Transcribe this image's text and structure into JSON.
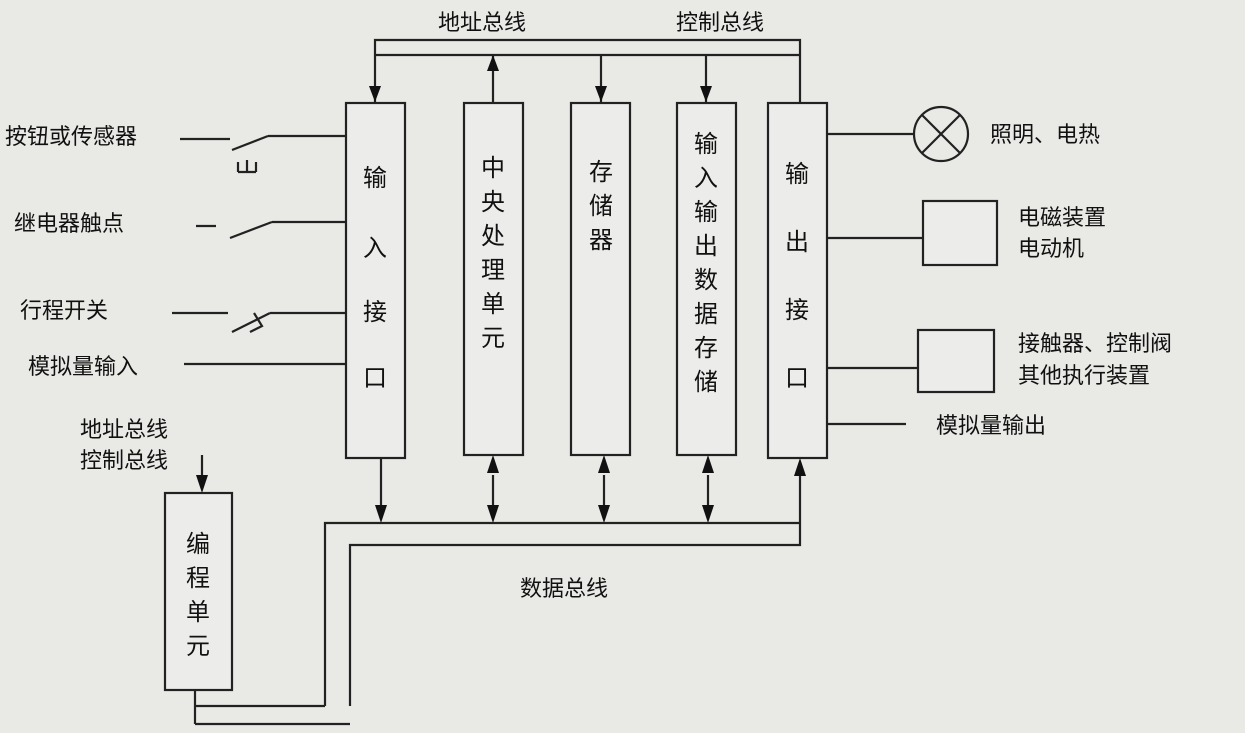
{
  "labels": {
    "address_bus_top": "地址总线",
    "control_bus_top": "控制总线",
    "data_bus": "数据总线",
    "left_bus_line1": "地址总线",
    "left_bus_line2": "控制总线"
  },
  "inputs": [
    "按钮或传感器",
    "继电器触点",
    "行程开关",
    "模拟量输入"
  ],
  "outputs": [
    "照明、电热",
    "电磁装置",
    "电动机",
    "接触器、控制阀",
    "其他执行装置",
    "模拟量输出"
  ],
  "blocks": {
    "input_interface": [
      "输",
      "入",
      "接",
      "口"
    ],
    "cpu": [
      "中",
      "央",
      "处",
      "理",
      "单",
      "元"
    ],
    "memory": [
      "存",
      "储",
      "器"
    ],
    "io_storage": [
      "输",
      "入",
      "输",
      "出",
      "数",
      "据",
      "存",
      "储"
    ],
    "output_interface": [
      "输",
      "出",
      "接",
      "口"
    ],
    "programming_unit": [
      "编",
      "程",
      "单",
      "元"
    ]
  },
  "colors": {
    "background": "#e9e9e6",
    "ink": "#222222"
  }
}
